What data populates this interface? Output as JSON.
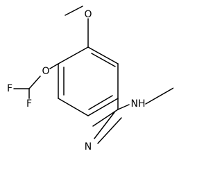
{
  "molecule": {
    "atoms": {
      "o_ether": "O",
      "o_methoxy": "O",
      "f_upper": "F",
      "f_lower": "F",
      "n_nitrile": "N",
      "nh_amine": "NH"
    }
  }
}
